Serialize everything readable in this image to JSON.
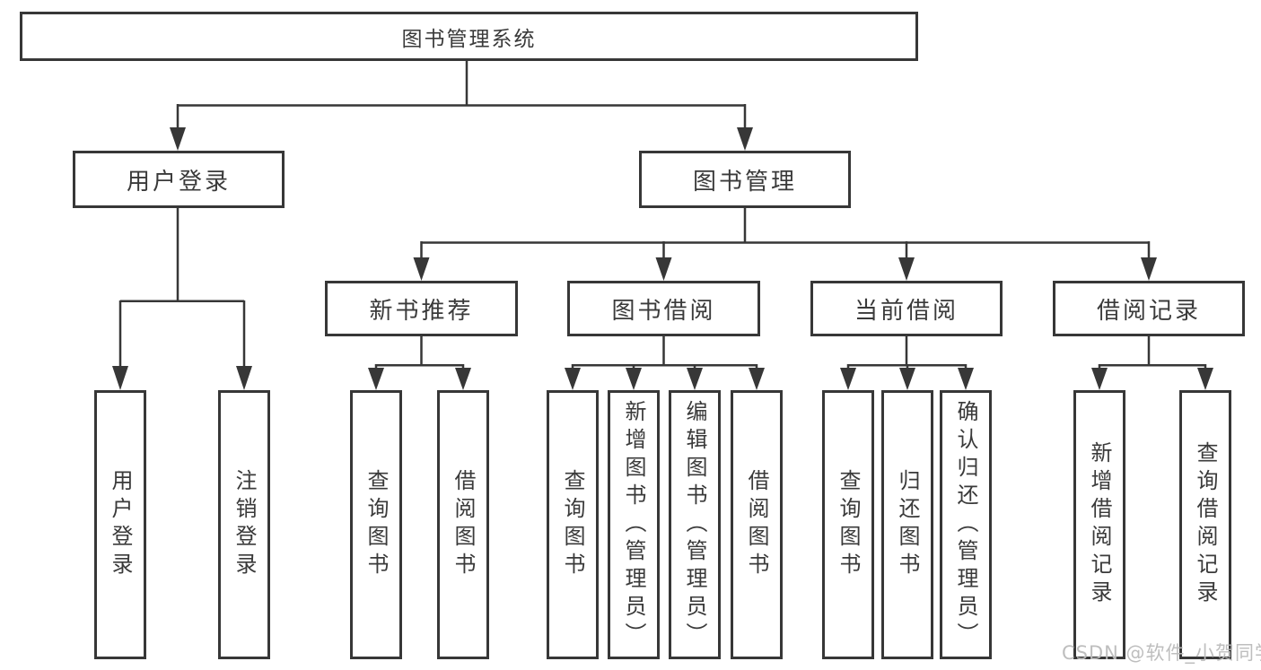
{
  "page": {
    "background": "#ffffff",
    "line_color": "#373737",
    "border_color": "#373737",
    "text_color": "#3a3a3a"
  },
  "nodes": {
    "root": "图书管理系统",
    "user_login": "用户登录",
    "book_mgmt": "图书管理",
    "new_book_rec": "新书推荐",
    "book_borrowing": "图书借阅",
    "current_borrowing": "当前借阅",
    "borrowing_records": "借阅记录",
    "leaf_user_login": "用户登录",
    "leaf_logout": "注销登录",
    "leaf_query_books_rec": "查询图书",
    "leaf_borrow_books_rec": "借阅图书",
    "leaf_query_books_borrow": "查询图书",
    "leaf_add_books": "新增图书（管理员）",
    "leaf_edit_books": "编辑图书（管理员）",
    "leaf_borrow_books": "借阅图书",
    "leaf_query_books_current": "查询图书",
    "leaf_return_books": "归还图书",
    "leaf_confirm_return": "确认归还（管理员）",
    "leaf_add_borrow_record": "新增借阅记录",
    "leaf_query_borrow_record": "查询借阅记录"
  },
  "watermark": {
    "text": "CSDN @软件_小贺同学",
    "color": "#bababa"
  }
}
